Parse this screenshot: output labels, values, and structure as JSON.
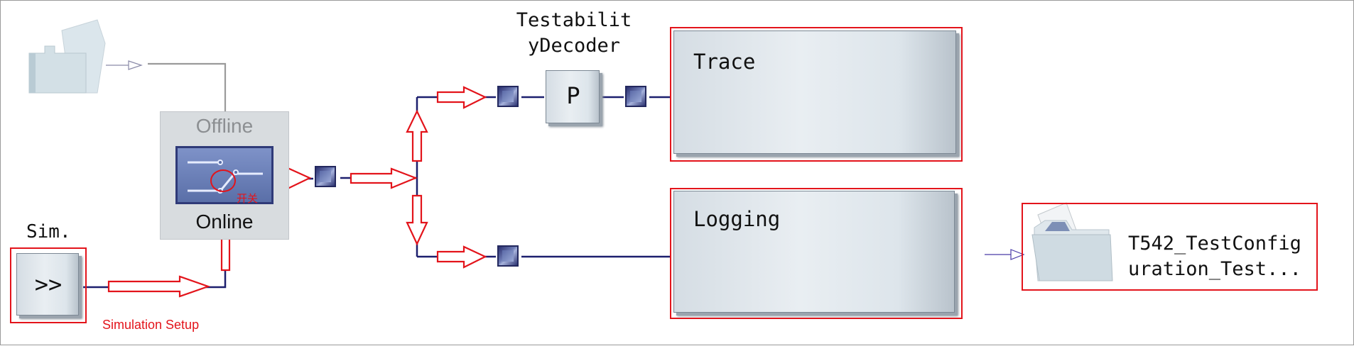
{
  "blocks": {
    "testability": {
      "title_line1": "Testabilit",
      "title_line2": "yDecoder",
      "p_label": "P"
    },
    "trace": {
      "title": "Trace"
    },
    "logging": {
      "title": "Logging"
    },
    "offline_online": {
      "offline_label": "Offline",
      "online_label": "Online"
    },
    "sim": {
      "title": "Sim.",
      "icon_glyph": ">>"
    },
    "output_file": {
      "name_line1": "T542_TestConfig",
      "name_line2": "uration_Test..."
    }
  },
  "annotations": {
    "switch_note": "开关",
    "simulation_setup": "Simulation Setup"
  },
  "icons": {
    "file_top_left": "folder-document-icon",
    "trace_window": "message-window-icon",
    "trace_list": "trace-list-icon",
    "record": "record-icon",
    "pause": "pause-icon",
    "output_folder": "folder-document-icon"
  },
  "colors": {
    "wire": "#1c1f6e",
    "annotation_red": "#e3141b",
    "panel_light": "#e9eef2",
    "gray_wire": "#9a9a9a"
  }
}
